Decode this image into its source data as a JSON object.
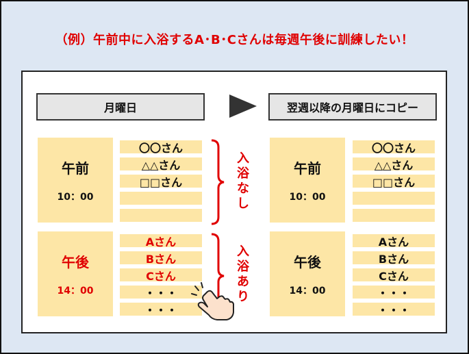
{
  "title": "（例）午前中に入浴するA･B･Cさんは毎週午後に訓練したい！",
  "left_header": "月曜日",
  "right_header": "翌週以降の月曜日にコピー",
  "left": {
    "am": {
      "label": "午前",
      "time": "10：00",
      "rows": [
        "〇〇さん",
        "△△さん",
        "□□さん",
        "",
        ""
      ]
    },
    "pm": {
      "label": "午後",
      "time": "14：00",
      "rows": [
        "Aさん",
        "Bさん",
        "Cさん",
        "・・・",
        "・・・"
      ]
    }
  },
  "right": {
    "am": {
      "label": "午前",
      "time": "10：00",
      "rows": [
        "〇〇さん",
        "△△さん",
        "□□さん",
        "",
        ""
      ]
    },
    "pm": {
      "label": "午後",
      "time": "14：00",
      "rows": [
        "Aさん",
        "Bさん",
        "Cさん",
        "・・・",
        "・・・"
      ]
    }
  },
  "annotations": {
    "no_bath": [
      "入",
      "浴",
      "な",
      "し"
    ],
    "bath": [
      "入",
      "浴",
      "あ",
      "り"
    ]
  },
  "colors": {
    "accent": "#e00000",
    "slot": "#fde6a6",
    "background": "#dde7f3"
  }
}
